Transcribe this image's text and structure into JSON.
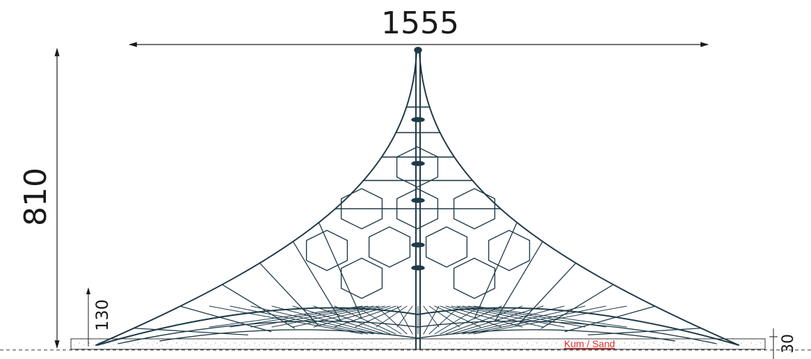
{
  "dimensions": {
    "width_label": "1555",
    "height_label": "810",
    "ground_offset_label": "130",
    "sand_depth_label": "30"
  },
  "ground": {
    "material_label": "Kum / Sand"
  },
  "colors": {
    "net": "#1f3a48",
    "dimension": "#1a1a1a",
    "sand_label": "#e03030"
  }
}
